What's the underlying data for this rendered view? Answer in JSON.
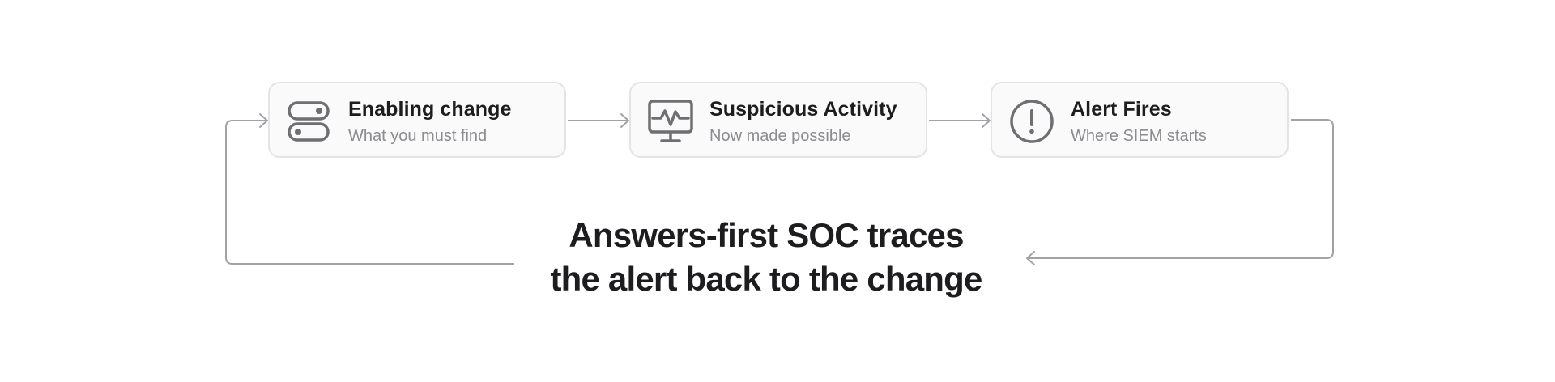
{
  "steps": [
    {
      "title": "Enabling change",
      "subtitle": "What you must find",
      "icon": "toggle-switches-icon"
    },
    {
      "title": "Suspicious Activity",
      "subtitle": "Now made possible",
      "icon": "monitor-activity-icon"
    },
    {
      "title": "Alert Fires",
      "subtitle": "Where SIEM starts",
      "icon": "alert-circle-icon"
    }
  ],
  "caption": {
    "line1": "Answers-first SOC traces",
    "line2": "the alert back to the change"
  },
  "colors": {
    "card_border": "#e4e4e6",
    "card_background": "#fafafa",
    "icon": "#6e6e73",
    "connector": "#a1a1a6",
    "title_text": "#1d1d1f",
    "subtitle_text": "#8b8b90"
  }
}
